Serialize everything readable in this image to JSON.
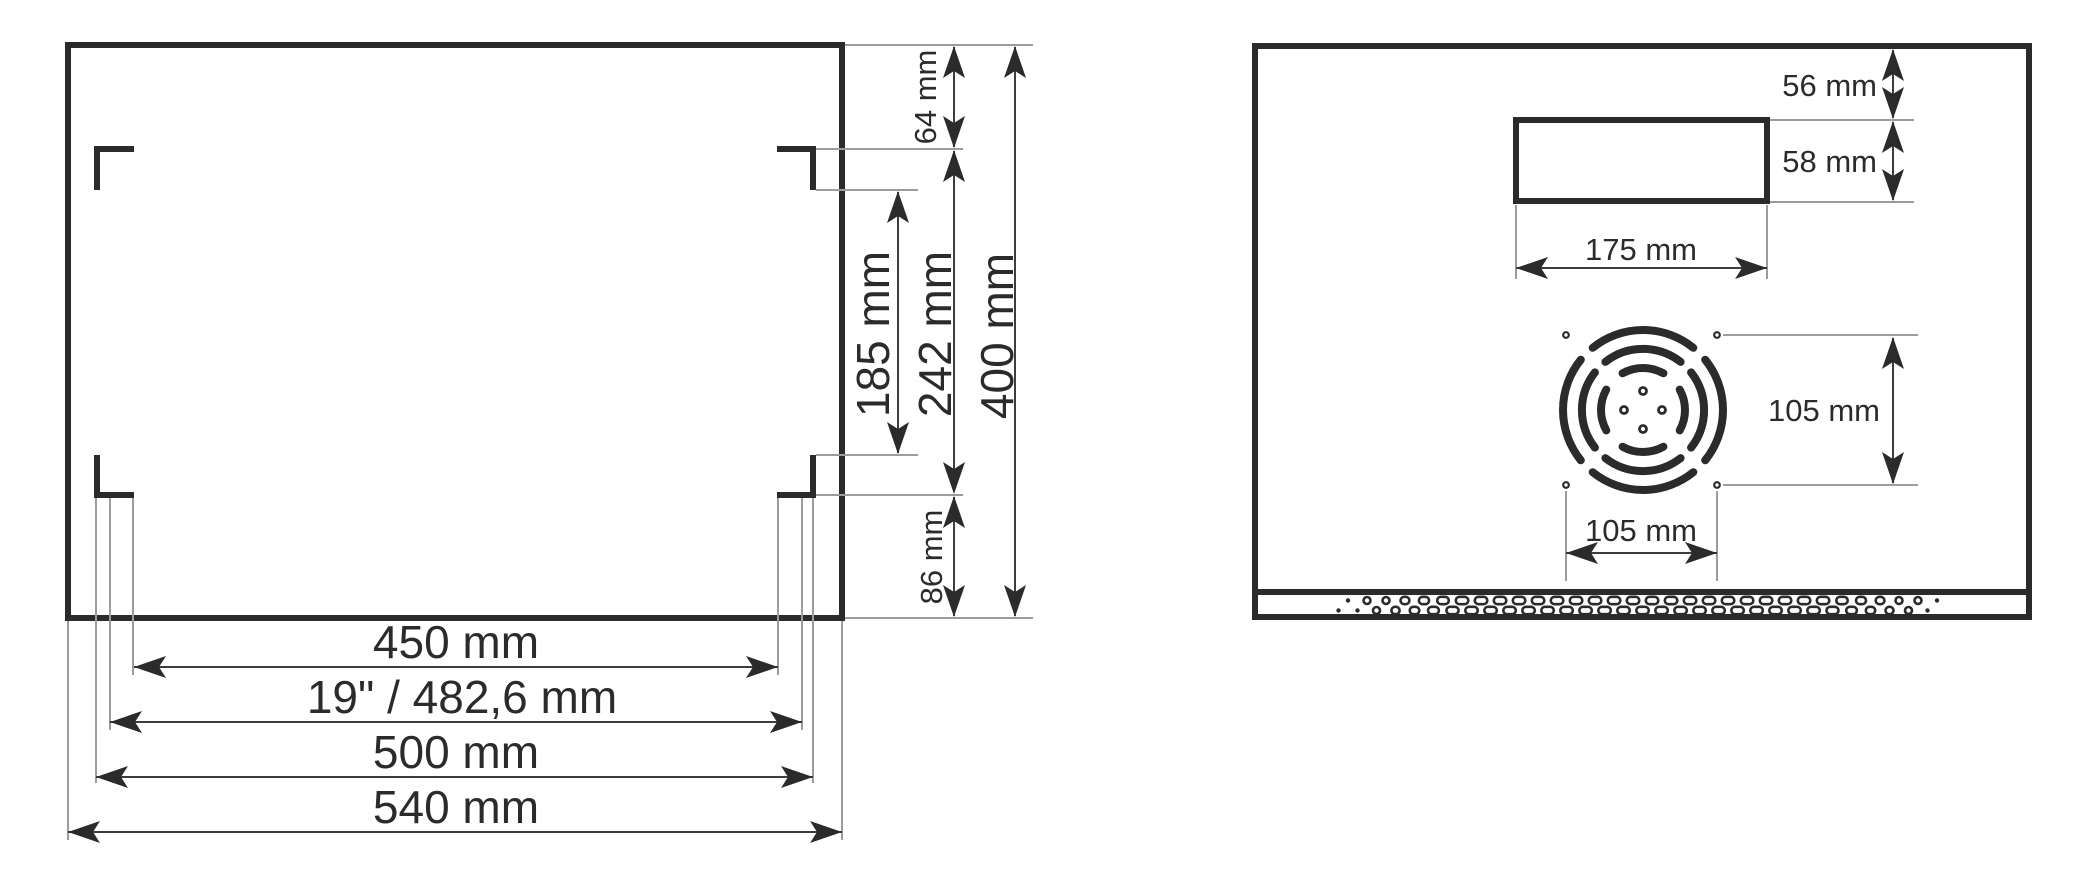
{
  "colors": {
    "ink": "#2b2b2b",
    "dim_line": "#3d3d3d",
    "extension_line": "#9c9c9c",
    "background": "#ffffff"
  },
  "front_view": {
    "width_dims": [
      {
        "label": "450 mm"
      },
      {
        "label": "19\" / 482,6 mm"
      },
      {
        "label": "500 mm"
      },
      {
        "label": "540 mm"
      }
    ],
    "height_dims": [
      {
        "label": "64 mm"
      },
      {
        "label": "185 mm"
      },
      {
        "label": "242 mm"
      },
      {
        "label": "400 mm"
      },
      {
        "label": "86 mm"
      }
    ]
  },
  "rear_view": {
    "dims": {
      "top_offset": "56 mm",
      "opening_height": "58 mm",
      "opening_width": "175 mm",
      "fan_hole_spacing_v": "105 mm",
      "fan_hole_spacing_h": "105 mm"
    }
  }
}
